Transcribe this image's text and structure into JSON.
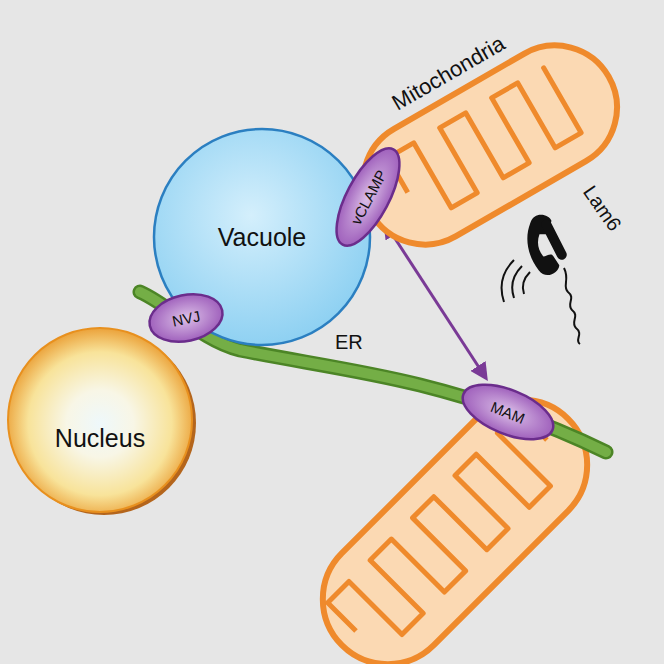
{
  "diagram": {
    "nodes": [
      {
        "text": [
          "Mitochondria"
        ]
      },
      {
        "text": [
          "Vacuole"
        ]
      },
      {
        "text": [
          "vCLAMP"
        ]
      },
      {
        "text": [
          "NVJ"
        ]
      },
      {
        "text": [
          "Nucleus"
        ]
      },
      {
        "text": [
          "MAM"
        ]
      }
    ],
    "edges": [
      {
        "from": 2,
        "to": 5,
        "arrow": "both"
      }
    ],
    "labels": [
      "ER",
      "Lam6"
    ]
  }
}
